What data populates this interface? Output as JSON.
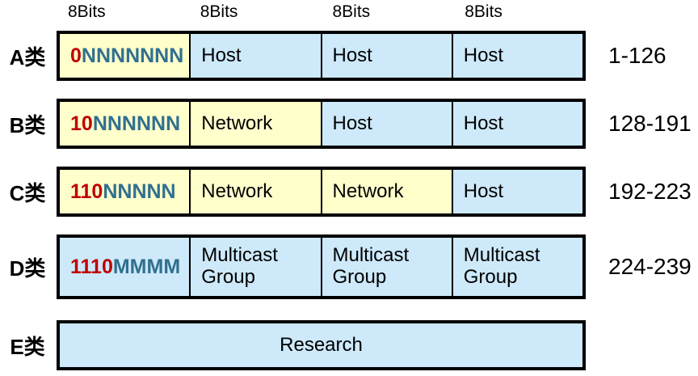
{
  "header": {
    "bit_labels": [
      "8Bits",
      "8Bits",
      "8Bits",
      "8Bits"
    ]
  },
  "colors": {
    "yellow": "#FFFFCC",
    "blue": "#CDE9FA",
    "red": "#C00000",
    "teal": "#31708F",
    "border": "#000000"
  },
  "rows": [
    {
      "class_label": "A类",
      "range": "1-126",
      "cells": [
        {
          "type": "bits",
          "prefix": "0",
          "rest": "NNNNNNN",
          "bg": "yellow"
        },
        {
          "type": "text",
          "label": "Host",
          "bg": "blue"
        },
        {
          "type": "text",
          "label": "Host",
          "bg": "blue"
        },
        {
          "type": "text",
          "label": "Host",
          "bg": "blue"
        }
      ]
    },
    {
      "class_label": "B类",
      "range": "128-191",
      "cells": [
        {
          "type": "bits",
          "prefix": "10",
          "rest": "NNNNNN",
          "bg": "yellow"
        },
        {
          "type": "text",
          "label": "Network",
          "bg": "yellow"
        },
        {
          "type": "text",
          "label": "Host",
          "bg": "blue"
        },
        {
          "type": "text",
          "label": "Host",
          "bg": "blue"
        }
      ]
    },
    {
      "class_label": "C类",
      "range": "192-223",
      "cells": [
        {
          "type": "bits",
          "prefix": "110",
          "rest": "NNNNN",
          "bg": "yellow"
        },
        {
          "type": "text",
          "label": "Network",
          "bg": "yellow"
        },
        {
          "type": "text",
          "label": "Network",
          "bg": "yellow"
        },
        {
          "type": "text",
          "label": "Host",
          "bg": "blue"
        }
      ]
    },
    {
      "class_label": "D类",
      "range": "224-239",
      "cells": [
        {
          "type": "bits",
          "prefix": "1110",
          "rest": "MMMM",
          "bg": "blue"
        },
        {
          "type": "text",
          "label": "Multicast Group",
          "bg": "blue"
        },
        {
          "type": "text",
          "label": "Multicast Group",
          "bg": "blue"
        },
        {
          "type": "text",
          "label": "Multicast Group",
          "bg": "blue"
        }
      ]
    },
    {
      "class_label": "E类",
      "range": "",
      "cells": [
        {
          "type": "text",
          "label": "Research",
          "bg": "blue",
          "span": 4,
          "center": true
        }
      ]
    }
  ]
}
